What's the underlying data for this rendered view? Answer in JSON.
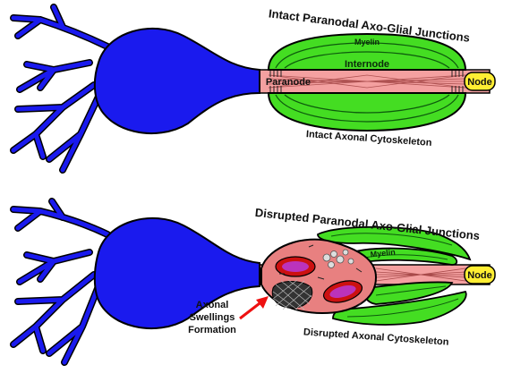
{
  "top_panel": {
    "title": "Intact Paranodal Axo-Glial Junctions",
    "myelin": "Myelin",
    "internode": "Internode",
    "paranode": "Paranode",
    "node": "Node",
    "caption": "Intact Axonal Cytoskeleton"
  },
  "bottom_panel": {
    "title": "Disrupted Paranodal Axo-Glial Junctions",
    "myelin": "Myelin",
    "node": "Node",
    "swelling_line1": "Axonal",
    "swelling_line2": "Swellings",
    "swelling_line3": "Formation",
    "caption": "Disrupted Axonal Cytoskeleton"
  },
  "colors": {
    "neuron": "#1a1aee",
    "outline": "#000000",
    "axon": "#f4a0a0",
    "myelin": "#44dd22",
    "node": "#ffee33",
    "arrow": "#ee1111",
    "swelling_body": "#e88080",
    "organelle_outer": "#cc1111",
    "organelle_inner": "#bb33bb",
    "mesh": "#333333"
  }
}
